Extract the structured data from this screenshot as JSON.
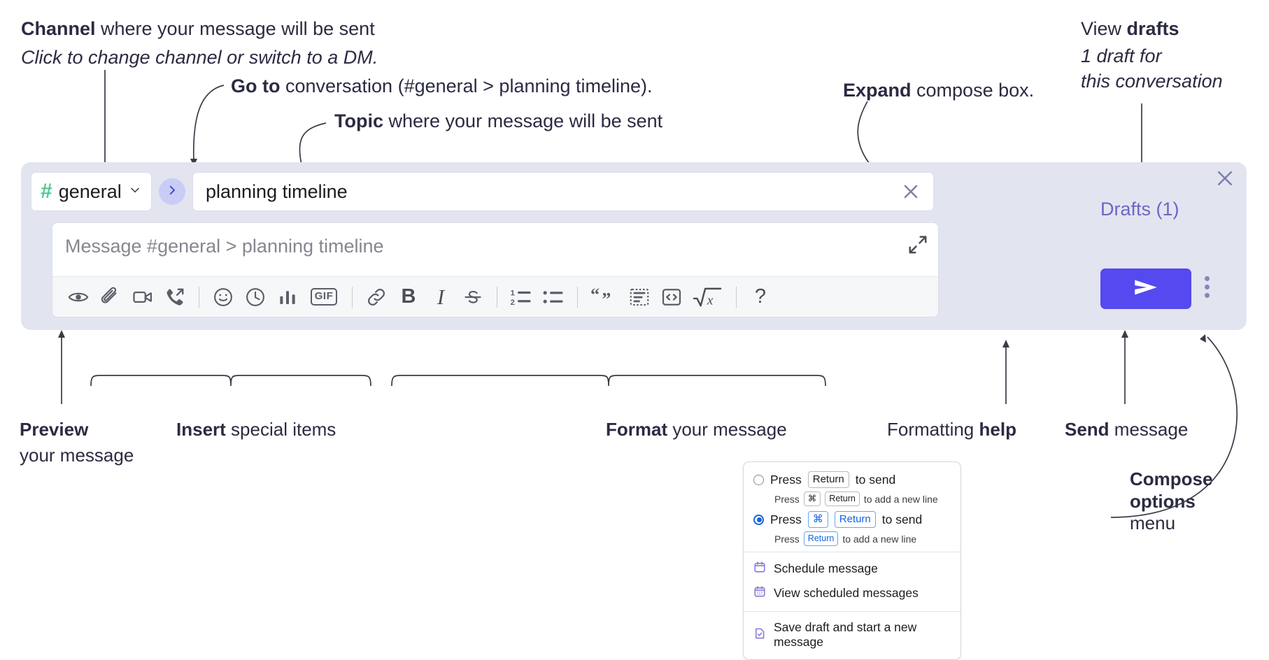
{
  "annotations": {
    "channel": {
      "bold": "Channel",
      "rest": " where your message will be sent",
      "italic": "Click to change channel or switch to a DM."
    },
    "goto": {
      "bold": "Go to",
      "rest": " conversation (#general > planning timeline)."
    },
    "topic": {
      "bold": "Topic",
      "rest": " where your message will be sent"
    },
    "expand": {
      "bold": "Expand",
      "rest": " compose box."
    },
    "drafts": {
      "pre": "View ",
      "bold": "drafts",
      "italic1": "1 draft for",
      "italic2": "this conversation"
    },
    "preview": {
      "bold": "Preview",
      "rest": "your message"
    },
    "insert": {
      "bold": "Insert",
      "rest": " special items"
    },
    "format": {
      "bold": "Format",
      "rest": " your message"
    },
    "help": {
      "pre": "Formatting ",
      "bold": "help"
    },
    "send": {
      "bold": "Send",
      "rest": " message"
    },
    "compose_options": {
      "bold1": "Compose",
      "bold2": "options",
      "rest": "menu"
    }
  },
  "compose": {
    "channel": {
      "icon": "hash-icon",
      "name": "general",
      "chevron": "chevron-down-icon"
    },
    "goto_button_icon": "chevron-right-icon",
    "topic": {
      "value": "planning timeline",
      "clear_icon": "close-icon"
    },
    "message": {
      "placeholder": "Message #general > planning timeline",
      "value": "",
      "expand_icon": "expand-icon"
    },
    "toolbar": [
      {
        "name": "preview-button",
        "icon": "eye-icon",
        "label": ""
      },
      {
        "name": "attach-button",
        "icon": "paperclip-icon",
        "label": ""
      },
      {
        "name": "video-clip-button",
        "icon": "video-camera-icon",
        "label": ""
      },
      {
        "name": "audio-clip-button",
        "icon": "phone-arrow-icon",
        "label": ""
      },
      {
        "name": "divider-1",
        "icon": "divider",
        "label": ""
      },
      {
        "name": "emoji-button",
        "icon": "smiley-icon",
        "label": ""
      },
      {
        "name": "reminder-button",
        "icon": "clock-icon",
        "label": ""
      },
      {
        "name": "poll-button",
        "icon": "bar-chart-icon",
        "label": ""
      },
      {
        "name": "gif-button",
        "icon": "gif-icon",
        "label": "GIF"
      },
      {
        "name": "divider-2",
        "icon": "divider",
        "label": ""
      },
      {
        "name": "link-button",
        "icon": "link-icon",
        "label": ""
      },
      {
        "name": "bold-button",
        "icon": "bold-icon",
        "label": "B"
      },
      {
        "name": "italic-button",
        "icon": "italic-icon",
        "label": "I"
      },
      {
        "name": "strikethrough-button",
        "icon": "strikethrough-icon",
        "label": "S"
      },
      {
        "name": "divider-3",
        "icon": "divider",
        "label": ""
      },
      {
        "name": "ordered-list-button",
        "icon": "ordered-list-icon",
        "label": ""
      },
      {
        "name": "bulleted-list-button",
        "icon": "bulleted-list-icon",
        "label": ""
      },
      {
        "name": "divider-4",
        "icon": "divider",
        "label": ""
      },
      {
        "name": "blockquote-button",
        "icon": "quote-icon",
        "label": ""
      },
      {
        "name": "code-block-button",
        "icon": "code-block-icon",
        "label": ""
      },
      {
        "name": "code-button",
        "icon": "code-brackets-icon",
        "label": ""
      },
      {
        "name": "math-button",
        "icon": "sqrt-x-icon",
        "label": ""
      },
      {
        "name": "divider-5",
        "icon": "divider",
        "label": ""
      },
      {
        "name": "formatting-help-button",
        "icon": "question-mark-icon",
        "label": "?"
      }
    ],
    "drafts_label": "Drafts (1)",
    "send_icon": "send-paper-plane-icon",
    "kebab_icon": "vertical-ellipsis-icon",
    "close_icon": "close-icon"
  },
  "menu": {
    "options": [
      {
        "selected": false,
        "main": {
          "pre": "Press ",
          "key": "Return",
          "post": " to send"
        },
        "sub": {
          "pre": "Press ",
          "key1": "⌘",
          "key2": "Return",
          "post": " to add a new line"
        }
      },
      {
        "selected": true,
        "main": {
          "pre": "Press ",
          "key1": "⌘",
          "key2": "Return",
          "post": " to send"
        },
        "sub": {
          "pre": "Press ",
          "key": "Return",
          "post": " to add a new line"
        }
      }
    ],
    "items": [
      {
        "icon": "calendar-clock-icon",
        "label": "Schedule message"
      },
      {
        "icon": "calendar-list-icon",
        "label": "View scheduled messages"
      },
      {
        "icon": "document-check-icon",
        "label": "Save draft and start a new message"
      }
    ]
  },
  "colors": {
    "accent_send": "#5549f0",
    "channel_hash": "#4ec990",
    "compose_bg": "#e2e4f0",
    "drafts_text": "#6a68c4",
    "menu_icon": "#7b70d6",
    "radio_blue": "#1264e0"
  }
}
